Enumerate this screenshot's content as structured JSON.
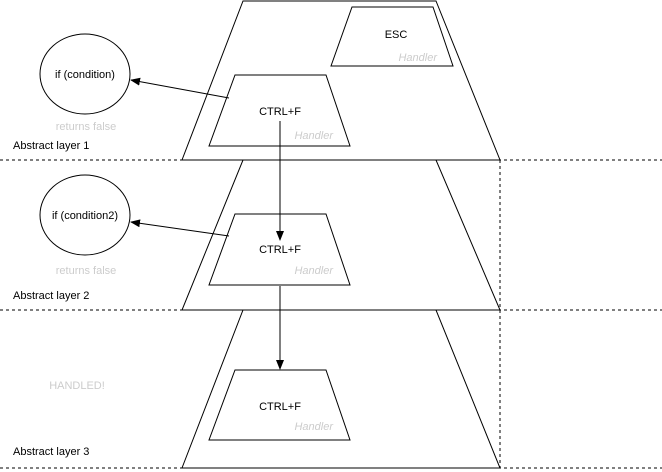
{
  "layers": [
    {
      "label": "Abstract layer 1"
    },
    {
      "label": "Abstract layer 2"
    },
    {
      "label": "Abstract layer 3"
    }
  ],
  "handlers": {
    "esc": {
      "key": "ESC",
      "caption": "Handler"
    },
    "ctrlf1": {
      "key": "CTRL+F",
      "caption": "Handler"
    },
    "ctrlf2": {
      "key": "CTRL+F",
      "caption": "Handler"
    },
    "ctrlf3": {
      "key": "CTRL+F",
      "caption": "Handler"
    }
  },
  "conditions": [
    {
      "text": "if (condition)",
      "result": "returns false"
    },
    {
      "text": "if (condition2)",
      "result": "returns false"
    }
  ],
  "handled_text": "HANDLED!",
  "colors": {
    "stroke": "#000000",
    "faded_text": "#cccccc",
    "background": "#ffffff"
  }
}
